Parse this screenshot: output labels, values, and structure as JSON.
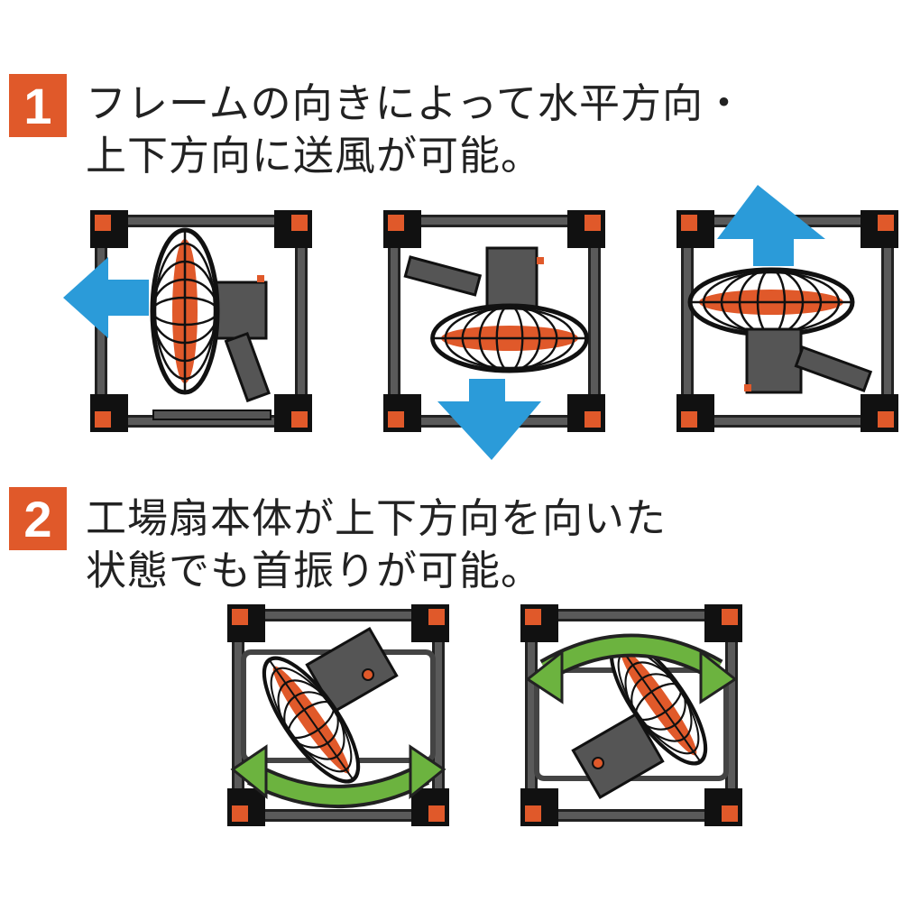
{
  "section1": {
    "number": "1",
    "line1": "フレームの向きによって水平方向・",
    "line2": "上下方向に送風が可能。"
  },
  "section2": {
    "number": "2",
    "line1": "工場扇本体が上下方向を向いた",
    "line2": "状態でも首振りが可能。"
  },
  "colors": {
    "accent": "#e0592a",
    "frame": "#4a4a4a",
    "arrow_blue": "#2b9bd9",
    "arrow_green": "#6cb33f"
  },
  "icons": [
    "frame-fan-horizontal-left",
    "frame-fan-facing-down",
    "frame-fan-facing-up",
    "frame-fan-swing-down",
    "frame-fan-swing-up"
  ]
}
